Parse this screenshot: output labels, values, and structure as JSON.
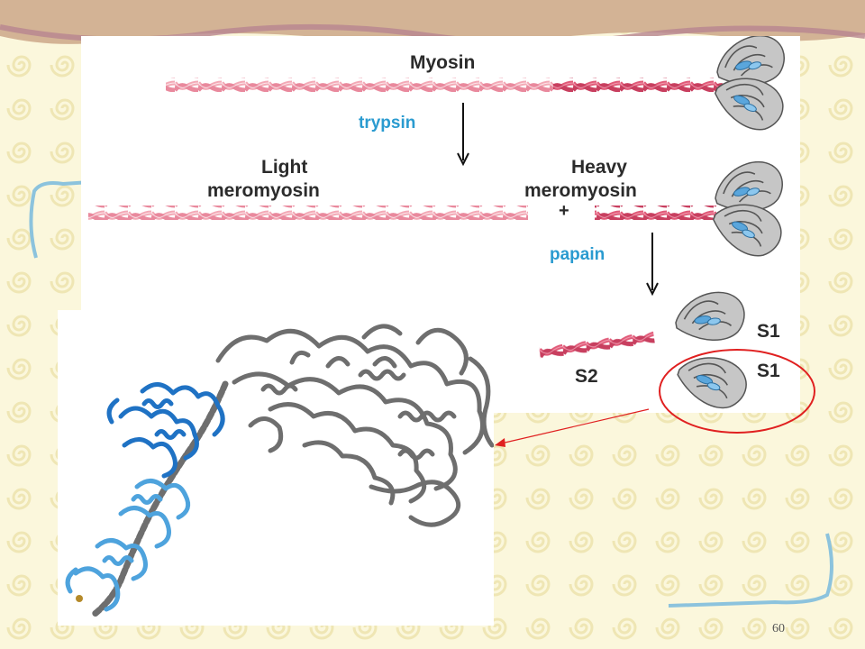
{
  "diagram": {
    "myosin_label": "Myosin",
    "trypsin_label": "trypsin",
    "light_line1": "Light",
    "light_line2": "meromyosin",
    "heavy_line1": "Heavy",
    "heavy_line2": "meromyosin",
    "plus_label": "+",
    "papain_label": "papain",
    "s1_top_label": "S1",
    "s1_bottom_label": "S1",
    "s2_label": "S2"
  },
  "colors": {
    "light_chain": "#f3a9b6",
    "heavy_chain": "#e05a78",
    "enzyme_text": "#2a9bd0",
    "head_gray": "#c6c6c6",
    "light_chain_blue": "#5aa6dc",
    "highlight_circle": "#e02020",
    "protein_gray": "#6e6e6e",
    "protein_blue": "#1f72c4",
    "protein_light_blue": "#4ea3dd"
  },
  "footer": {
    "page_number": "60"
  }
}
